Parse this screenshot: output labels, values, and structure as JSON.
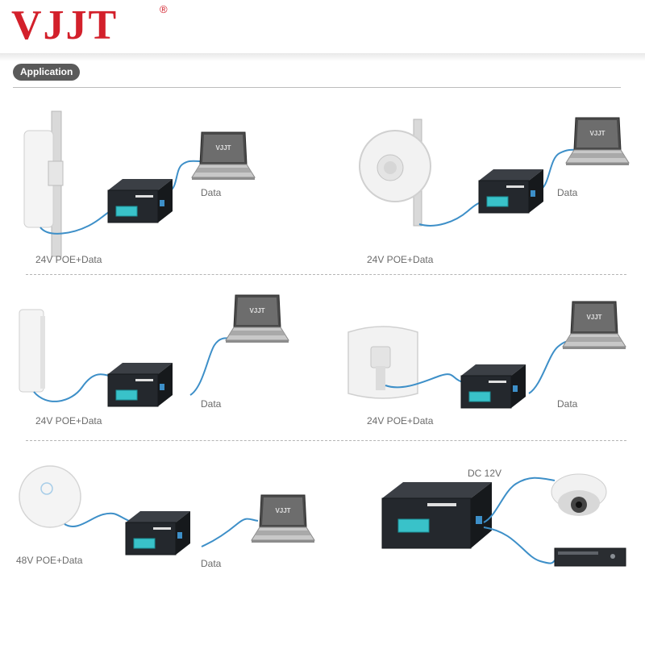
{
  "brand": {
    "name": "VJJT",
    "registered": "®"
  },
  "section": {
    "title": "Application"
  },
  "device": {
    "screen_text": "VJJT"
  },
  "labels": {
    "poe_24v_1": "24V POE+Data",
    "data_1": "Data",
    "poe_24v_2": "24V POE+Data",
    "data_2": "Data",
    "poe_24v_3": "24V POE+Data",
    "data_3": "Data",
    "poe_24v_4": "24V POE+Data",
    "data_4": "Data",
    "poe_48v": "48V POE+Data",
    "data_5": "Data",
    "dc_12v": "DC 12V"
  },
  "colors": {
    "brand_red": "#d3202b",
    "cable_blue": "#3d8fc8",
    "lcd": "#39c2c9",
    "pill": "#5a5a5a"
  }
}
